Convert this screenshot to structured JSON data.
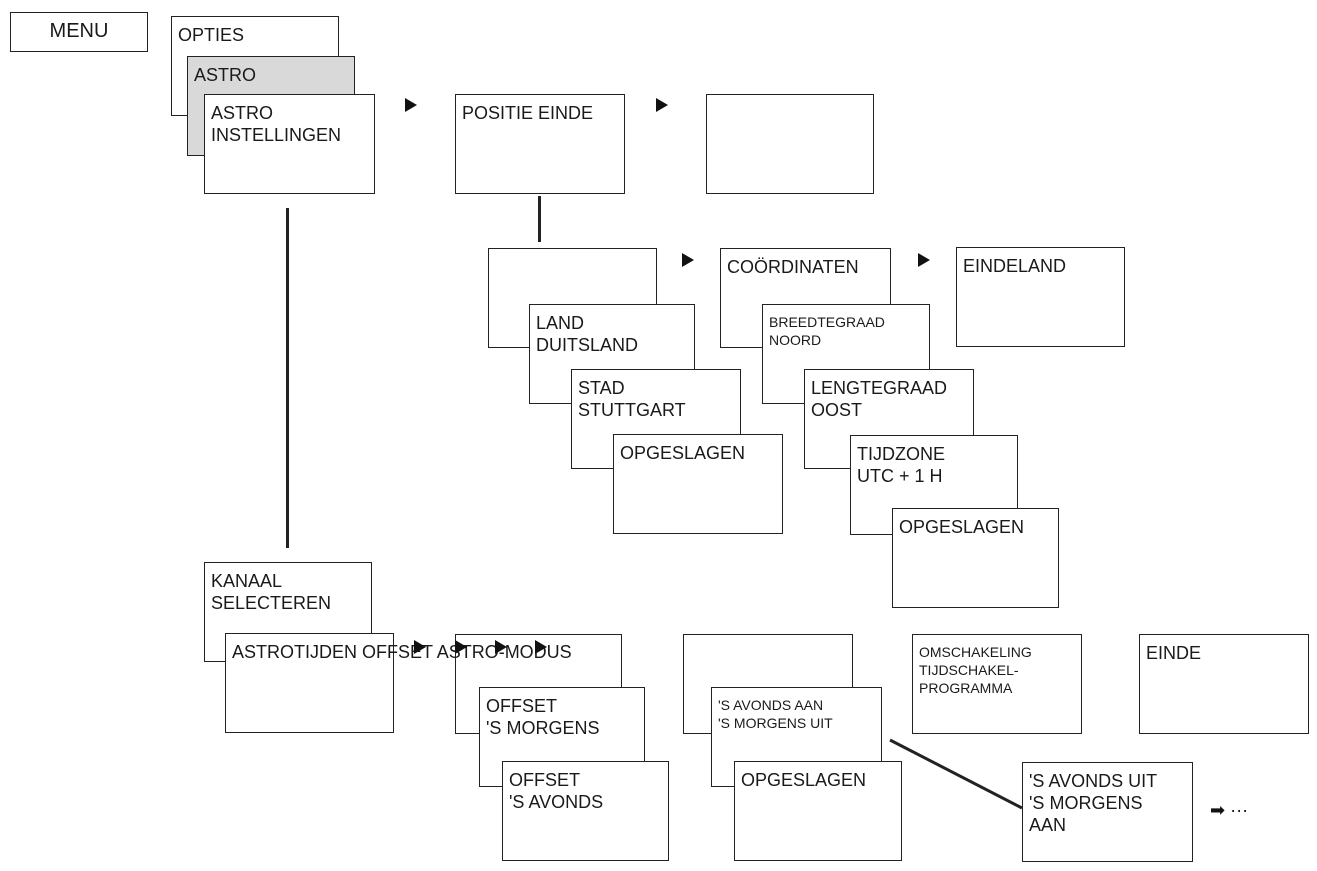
{
  "menu": "MENU",
  "opties": "OPTIES",
  "astro": "ASTRO",
  "astro_instellingen": [
    "ASTRO",
    "INSTELLINGEN"
  ],
  "positie_einde": "POSITIE EINDE",
  "land": [
    "LAND",
    "DUITSLAND"
  ],
  "stad": [
    "STAD",
    "STUTTGART"
  ],
  "opgeslagen_1": "OPGESLAGEN",
  "coordinaten": "COÖRDINATEN",
  "breedtegraad": [
    "BREEDTEGRAAD",
    "NOORD"
  ],
  "lengtegraad": [
    "LENGTEGRAAD",
    "OOST"
  ],
  "tijdzone": [
    "TIJDZONE",
    "UTC + 1 H"
  ],
  "opgeslagen_2": "OPGESLAGEN",
  "eindeland": "EINDELAND",
  "kanaal_selecteren": [
    "KANAAL",
    "SELECTEREN"
  ],
  "astrotijden": "ASTROTIJDEN OFFSET ASTRO-MODUS",
  "offset_morgens": [
    "OFFSET",
    "'S MORGENS"
  ],
  "offset_avonds": [
    "OFFSET",
    "'S AVONDS"
  ],
  "avonds_aan": [
    "'S AVONDS AAN",
    "'S MORGENS UIT"
  ],
  "opgeslagen_3": "OPGESLAGEN",
  "omschakeling": [
    "OMSCHAKELING",
    "TIJDSCHAKEL-",
    "PROGRAMMA"
  ],
  "einde": "EINDE",
  "avonds_uit": [
    "'S AVONDS UIT",
    "'S MORGENS",
    "AAN"
  ],
  "more_symbol": "➡ ···"
}
